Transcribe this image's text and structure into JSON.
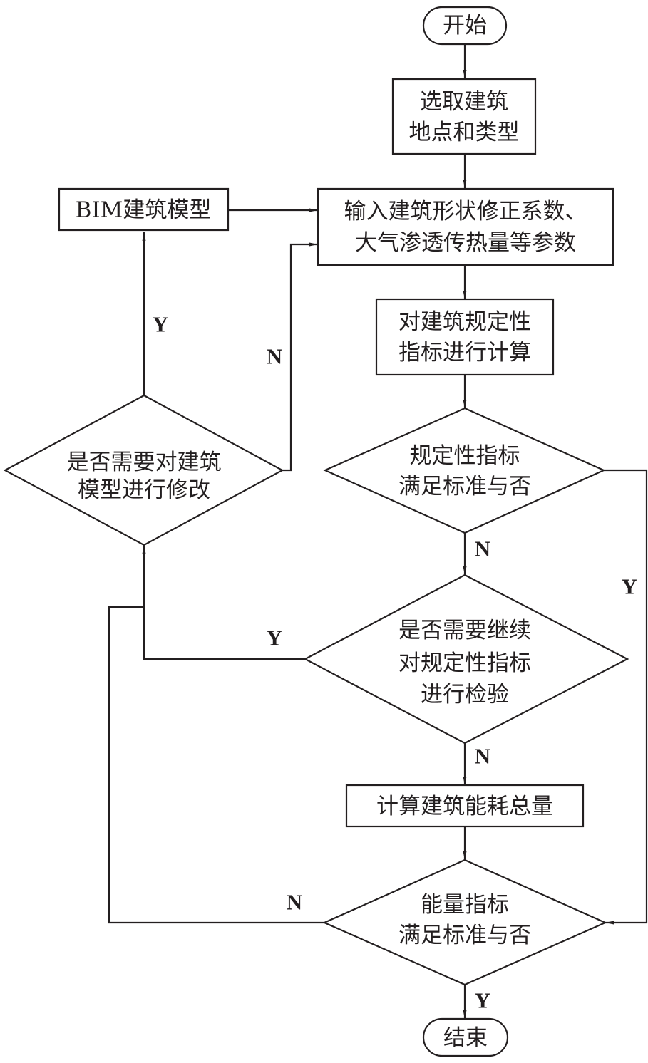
{
  "diagram": {
    "type": "flowchart",
    "colors": {
      "stroke": "#231f20",
      "background": "#ffffff"
    },
    "nodes": {
      "start": {
        "shape": "terminator",
        "lines": [
          "开始"
        ]
      },
      "select_site": {
        "shape": "process",
        "lines": [
          "选取建筑",
          "地点和类型"
        ]
      },
      "bim_model": {
        "shape": "process",
        "lines": [
          "BIM建筑模型"
        ]
      },
      "input_params": {
        "shape": "process",
        "lines": [
          "输入建筑形状修正系数、",
          "大气渗透传热量等参数"
        ]
      },
      "calc_prescriptive": {
        "shape": "process",
        "lines": [
          "对建筑规定性",
          "指标进行计算"
        ]
      },
      "check_prescriptive": {
        "shape": "decision",
        "lines": [
          "规定性指标",
          "满足标准与否"
        ]
      },
      "modify_model": {
        "shape": "decision",
        "lines": [
          "是否需要对建筑",
          "模型进行修改"
        ]
      },
      "continue_check": {
        "shape": "decision",
        "lines": [
          "是否需要继续",
          "对规定性指标",
          "进行检验"
        ]
      },
      "calc_energy": {
        "shape": "process",
        "lines": [
          "计算建筑能耗总量"
        ]
      },
      "check_energy": {
        "shape": "decision",
        "lines": [
          "能量指标",
          "满足标准与否"
        ]
      },
      "end": {
        "shape": "terminator",
        "lines": [
          "结束"
        ]
      }
    },
    "edge_labels": {
      "modify_yes": "Y",
      "modify_no": "N",
      "prescriptive_no": "N",
      "prescriptive_yes": "Y",
      "continue_yes": "Y",
      "continue_no": "N",
      "energy_no": "N",
      "energy_yes": "Y"
    },
    "edges": [
      {
        "from": "start",
        "to": "select_site",
        "label": ""
      },
      {
        "from": "select_site",
        "to": "input_params",
        "label": ""
      },
      {
        "from": "bim_model",
        "to": "input_params",
        "label": ""
      },
      {
        "from": "input_params",
        "to": "calc_prescriptive",
        "label": ""
      },
      {
        "from": "calc_prescriptive",
        "to": "check_prescriptive",
        "label": ""
      },
      {
        "from": "check_prescriptive",
        "to": "continue_check",
        "label": "N"
      },
      {
        "from": "check_prescriptive",
        "to": "check_energy",
        "label": "Y"
      },
      {
        "from": "continue_check",
        "to": "modify_model",
        "label": "Y"
      },
      {
        "from": "continue_check",
        "to": "calc_energy",
        "label": "N"
      },
      {
        "from": "modify_model",
        "to": "bim_model",
        "label": "Y"
      },
      {
        "from": "modify_model",
        "to": "input_params",
        "label": "N"
      },
      {
        "from": "calc_energy",
        "to": "check_energy",
        "label": ""
      },
      {
        "from": "check_energy",
        "to": "modify_model",
        "label": "N"
      },
      {
        "from": "check_energy",
        "to": "end",
        "label": "Y"
      }
    ]
  }
}
